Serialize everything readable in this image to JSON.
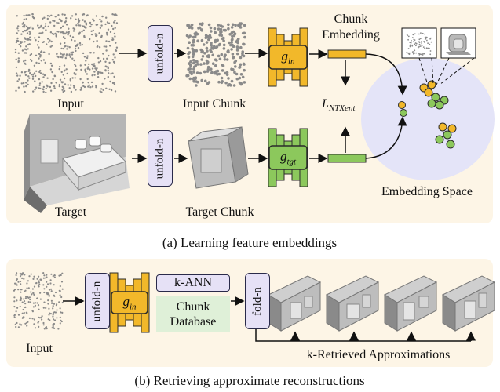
{
  "panel_a": {
    "caption": "(a) Learning feature embeddings",
    "input_label": "Input",
    "input_chunk_label": "Input Chunk",
    "target_label": "Target",
    "target_chunk_label": "Target Chunk",
    "unfold_label": "unfold-n",
    "g_in_label": "g_in",
    "g_tgt_label": "g_tgt",
    "chunk_embedding_line1": "Chunk",
    "chunk_embedding_line2": "Embedding",
    "loss_label": "L_NTXent",
    "embedding_space_label": "Embedding Space"
  },
  "panel_b": {
    "caption": "(b) Retrieving approximate reconstructions",
    "input_label": "Input",
    "unfold_label": "unfold-n",
    "g_in_label": "g_in",
    "kann_label": "k-ANN",
    "database_line1": "Chunk",
    "database_line2": "Database",
    "fold_label": "fold-n",
    "approximations_label": "k-Retrieved Approximations"
  },
  "colors": {
    "panel_bg": "#fdf5e6",
    "unfold_fill": "#e6e1f6",
    "encoder_in": "#f2b82a",
    "encoder_tgt": "#8cc85c",
    "embedding_space": "#e4e4f8",
    "database_fill": "#dff0d8"
  }
}
